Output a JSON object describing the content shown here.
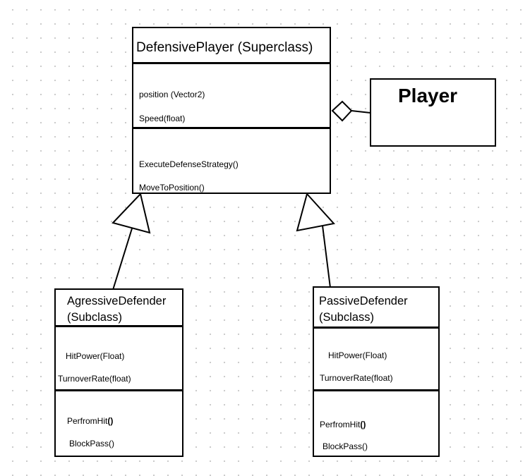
{
  "diagram": {
    "superclass": {
      "title": "DefensivePlayer (Superclass)",
      "attributes": [
        "position (Vector2)",
        "Speed(float)"
      ],
      "methods": [
        "ExecuteDefenseStrategy()",
        "MoveToPosition()"
      ]
    },
    "player": {
      "title": "Player"
    },
    "aggressive": {
      "title_line1": "AgressiveDefender",
      "title_line2": "(Subclass)",
      "attributes": [
        "HitPower(Float)",
        "TurnoverRate(float)"
      ],
      "methods": [
        {
          "name": "PerfromHit",
          "parens": "()"
        },
        {
          "name": "BlockPass()"
        }
      ]
    },
    "passive": {
      "title_line1": "PassiveDefender",
      "title_line2": "(Subclass)",
      "attributes": [
        "HitPower(Float)",
        "TurnoverRate(float)"
      ],
      "methods": [
        {
          "name": "PerfromHit",
          "parens": "()"
        },
        {
          "name": "BlockPass()"
        }
      ]
    },
    "relations": [
      {
        "type": "aggregation",
        "from": "Player",
        "to": "DefensivePlayer (Superclass)"
      },
      {
        "type": "generalization",
        "from": "AgressiveDefender",
        "to": "DefensivePlayer (Superclass)"
      },
      {
        "type": "generalization",
        "from": "PassiveDefender",
        "to": "DefensivePlayer (Superclass)"
      }
    ]
  }
}
